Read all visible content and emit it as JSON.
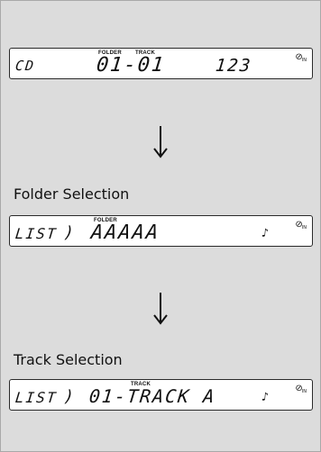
{
  "display1": {
    "source": "CD",
    "folder_label": "FOLDER",
    "track_label": "TRACK",
    "folder_track": "01-01",
    "time": "123"
  },
  "captions": {
    "folder_selection": "Folder Selection",
    "track_selection": "Track Selection"
  },
  "display2": {
    "mode": "LIST",
    "folder_label": "FOLDER",
    "folder_name": "AAAAA",
    "note": "♪"
  },
  "display3": {
    "mode": "LIST",
    "track_label": "TRACK",
    "track_name": "01-TRACK A",
    "note": "♪"
  },
  "icons": {
    "disc_in": "disc-in-icon",
    "arrow": "arrow-down-icon"
  },
  "colors": {
    "panel_background": "#dcdcdc",
    "display_background": "#ffffff",
    "ink": "#111111"
  }
}
